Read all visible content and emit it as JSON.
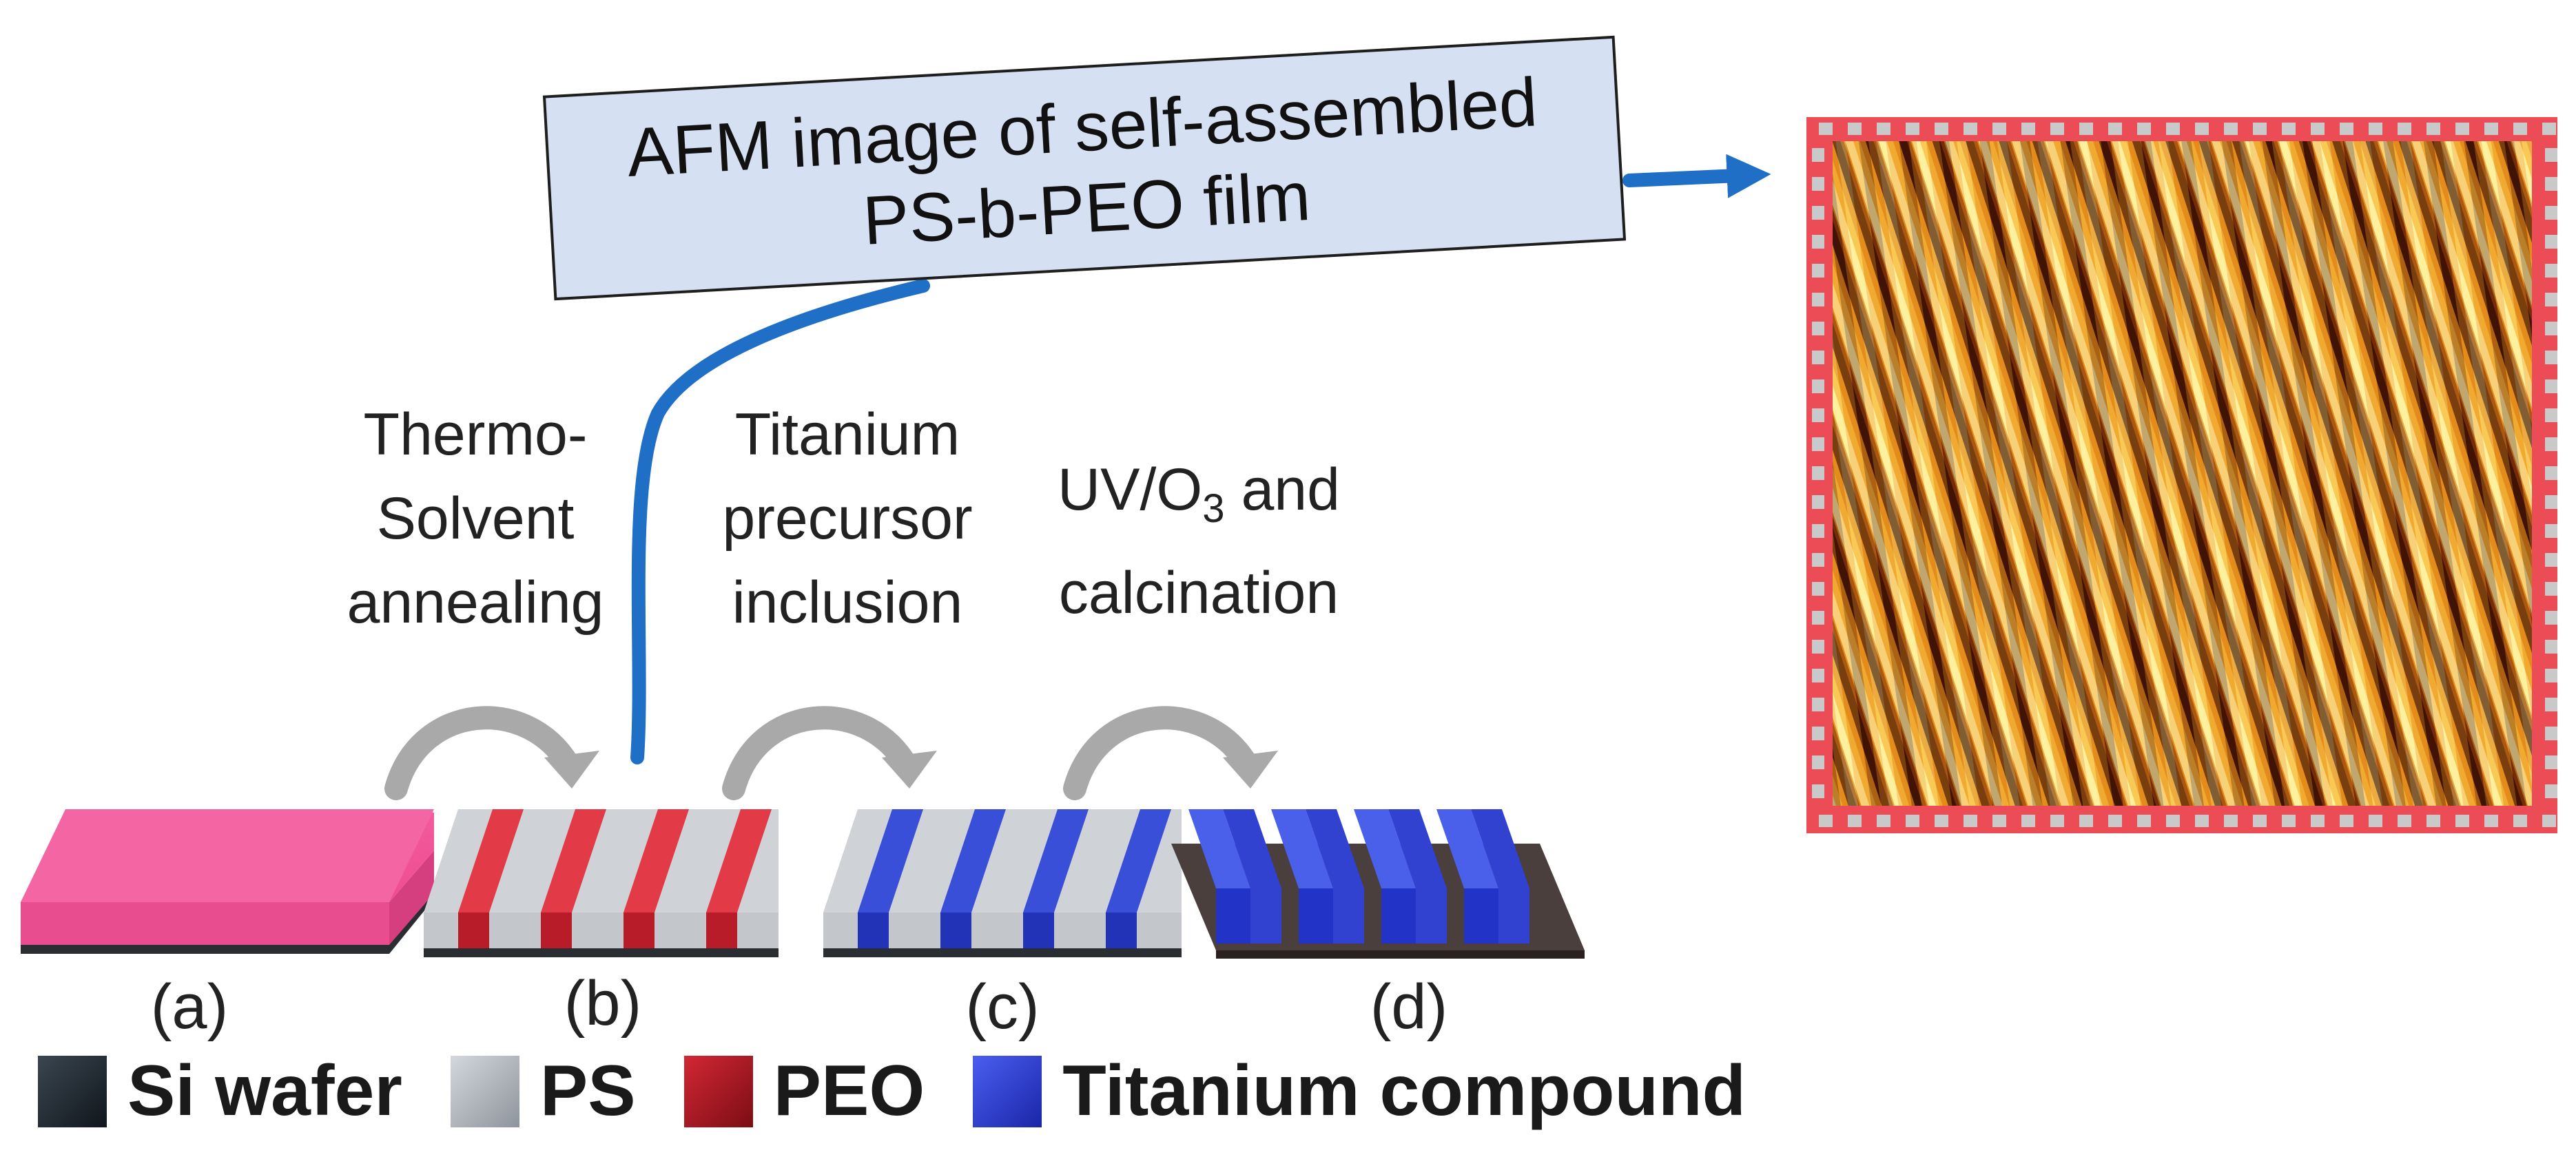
{
  "callout": {
    "line1": "AFM image of self-assembled",
    "line2": "PS-b-PEO film"
  },
  "steps": [
    {
      "lines": [
        "Thermo-",
        "Solvent",
        "annealing"
      ]
    },
    {
      "lines": [
        "Titanium",
        "precursor",
        "inclusion"
      ]
    },
    {
      "line1_prefix": "UV/O",
      "line1_sub": "3",
      "line1_suffix": " and",
      "line2": "calcination"
    }
  ],
  "panels": [
    "(a)",
    "(b)",
    "(c)",
    "(d)"
  ],
  "legend": [
    {
      "label": "Si wafer",
      "color": "#1f2730"
    },
    {
      "label": "PS",
      "color": "#a8aeb6"
    },
    {
      "label": "PEO",
      "color": "#a31620"
    },
    {
      "label": "Titanium compound",
      "color": "#2233c8"
    }
  ],
  "colors": {
    "callout_fill": "#d5e1f2",
    "connector": "#1f6fc6",
    "afm_frame": "#ec4c55",
    "pink_layer": "#f25b9a",
    "ps_stripe": "#c8cbd0",
    "peo_stripe": "#e23a47",
    "ti_stripe": "#3a4fd8",
    "process_arrow": "#a9a9a9"
  }
}
